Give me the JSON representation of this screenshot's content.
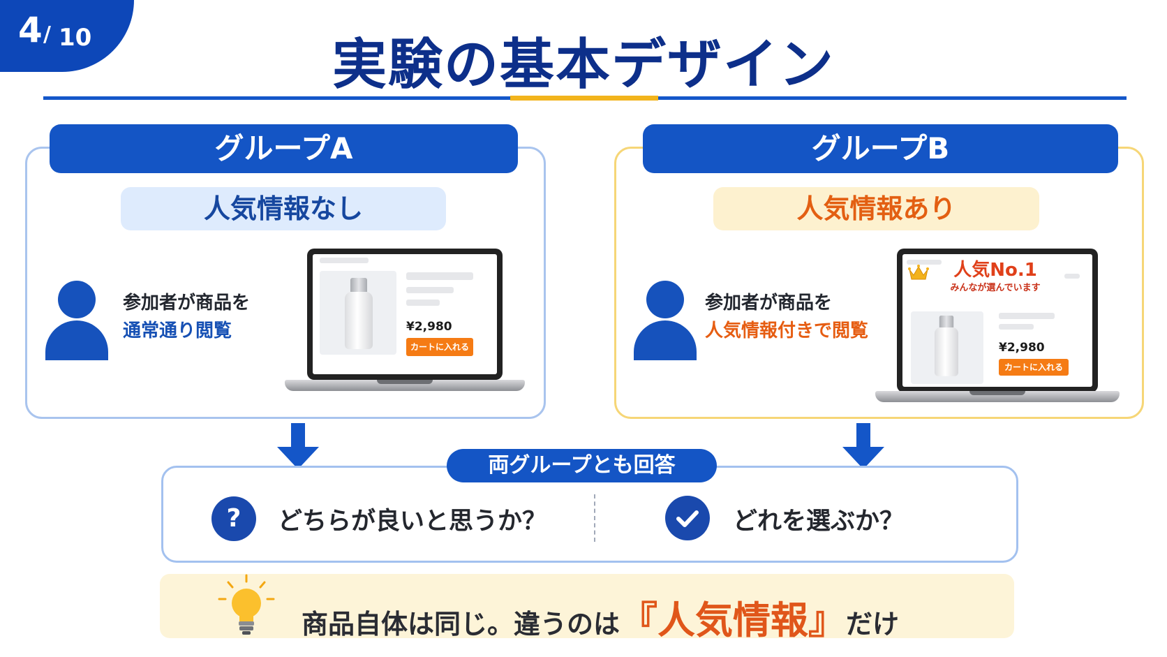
{
  "slide": {
    "page_current": "4",
    "page_separator": "/",
    "page_total": "10",
    "title": "実験の基本デザイン"
  },
  "group_a": {
    "header": "グループA",
    "condition": "人気情報なし",
    "desc_line1": "参加者が商品を",
    "desc_line2": "通常通り閲覧",
    "price": "¥2,980",
    "cart_button": "カートに入れる"
  },
  "group_b": {
    "header": "グループB",
    "condition": "人気情報あり",
    "desc_line1": "参加者が商品を",
    "desc_line2": "人気情報付きで閲覧",
    "badge_title": "人気No.1",
    "badge_sub": "みんなが選んでいます",
    "price": "¥2,980",
    "cart_button": "カートに入れる"
  },
  "answers": {
    "tag": "両グループとも回答",
    "q1_icon": "?",
    "q1": "どちらが良いと思うか？",
    "q2": "どれを選ぶか？"
  },
  "note": {
    "before": "商品自体は同じ。違うのは",
    "open_bracket": "『",
    "highlight": "人気情報",
    "close_bracket": "』",
    "after": "だけ"
  },
  "colors": {
    "primary_blue": "#1455c5",
    "accent_orange": "#e35f12",
    "gold": "#f2b41c"
  }
}
